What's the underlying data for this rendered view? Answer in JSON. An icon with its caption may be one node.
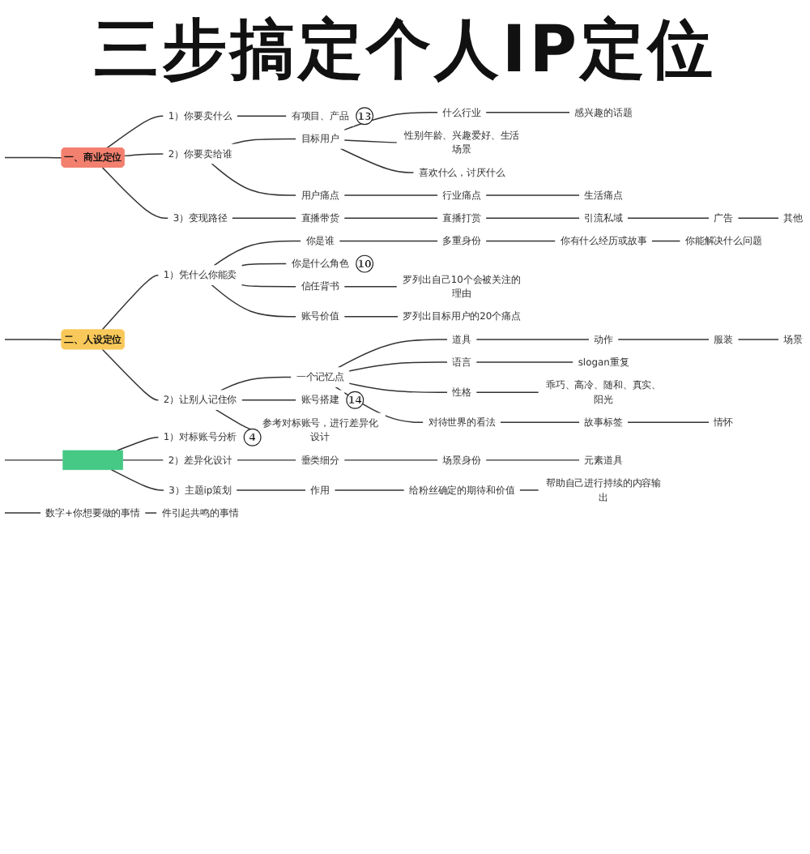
{
  "diagram": {
    "title": "三步搞定个人IP定位",
    "nodes": [
      {
        "text": [
          "一、商业定位"
        ]
      },
      {
        "text": [
          "1）你要卖什么"
        ]
      },
      {
        "text": [
          "有项目、产品"
        ],
        "beside": [
          "13"
        ]
      },
      {
        "text": [
          "2）你要卖给谁"
        ]
      },
      {
        "text": [
          "目标用户"
        ]
      },
      {
        "text": [
          "什么行业"
        ]
      },
      {
        "text": [
          "感兴趣的话题"
        ]
      },
      {
        "text": [
          "性别年龄、兴趣爱好、生活场景"
        ]
      },
      {
        "text": [
          "喜欢什么，讨厌什么"
        ]
      },
      {
        "text": [
          "用户痛点"
        ]
      },
      {
        "text": [
          "行业痛点"
        ]
      },
      {
        "text": [
          "生活痛点"
        ]
      },
      {
        "text": [
          "3）变现路径"
        ]
      },
      {
        "text": [
          "直播带货"
        ]
      },
      {
        "text": [
          "直播打赏"
        ]
      },
      {
        "text": [
          "引流私域"
        ]
      },
      {
        "text": [
          "广告"
        ]
      },
      {
        "text": [
          "其他"
        ]
      },
      {
        "text": [
          "二、人设定位"
        ]
      },
      {
        "text": [
          "1）凭什么你能卖"
        ]
      },
      {
        "text": [
          "你是谁"
        ]
      },
      {
        "text": [
          "多重身份"
        ]
      },
      {
        "text": [
          "你有什么经历或故事"
        ]
      },
      {
        "text": [
          "你能解决什么问题"
        ]
      },
      {
        "text": [
          "你是什么角色"
        ],
        "beside": [
          "10"
        ]
      },
      {
        "text": [
          "信任背书"
        ]
      },
      {
        "text": [
          "罗列出自己10个会被关注的理由"
        ]
      },
      {
        "text": [
          "账号价值"
        ]
      },
      {
        "text": [
          "罗列出目标用户的20个痛点"
        ]
      },
      {
        "text": [
          "2）让别人记住你"
        ]
      },
      {
        "text": [
          "一个记忆点"
        ]
      },
      {
        "text": [
          "道具"
        ]
      },
      {
        "text": [
          "动作"
        ]
      },
      {
        "text": [
          "服装"
        ]
      },
      {
        "text": [
          "场景"
        ]
      },
      {
        "text": [
          "语言"
        ]
      },
      {
        "text": [
          "slogan重复"
        ]
      },
      {
        "text": [
          "性格"
        ]
      },
      {
        "text": [
          "乖巧、高冷、随和、真实、阳光"
        ]
      },
      {
        "text": [
          "对待世界的看法"
        ]
      },
      {
        "text": [
          "故事标签"
        ]
      },
      {
        "text": [
          "情怀"
        ]
      },
      {
        "text": [
          "账号搭建"
        ],
        "beside": [
          "14"
        ]
      },
      {
        "text": [
          "参考对标账号，进行差异化设计"
        ]
      },
      {
        "text": [],
        "shape": "box"
      },
      {
        "text": [
          "1）对标账号分析"
        ],
        "beside": [
          "4"
        ]
      },
      {
        "text": [
          "2）差异化设计"
        ]
      },
      {
        "text": [
          "垂类细分"
        ]
      },
      {
        "text": [
          "场景身份"
        ]
      },
      {
        "text": [
          "元素道具"
        ]
      },
      {
        "text": [
          "3）主题ip策划"
        ]
      },
      {
        "text": [
          "作用"
        ]
      },
      {
        "text": [
          "给粉丝确定的期待和价值"
        ]
      },
      {
        "text": [
          "帮助自己进行持续的内容输出"
        ]
      },
      {
        "text": [
          "数字+你想要做的事情"
        ]
      },
      {
        "text": [
          "件引起共鸣的事情"
        ]
      }
    ],
    "edges": [
      {
        "from": null,
        "to": 0,
        "arrow": "none"
      },
      {
        "from": 0,
        "to": 1,
        "arrow": "none"
      },
      {
        "from": 1,
        "to": 2,
        "arrow": "none"
      },
      {
        "from": 0,
        "to": 3,
        "arrow": "none"
      },
      {
        "from": 3,
        "to": 4,
        "arrow": "none"
      },
      {
        "from": 4,
        "to": 5,
        "arrow": "none"
      },
      {
        "from": 5,
        "to": 6,
        "arrow": "none"
      },
      {
        "from": 4,
        "to": 7,
        "arrow": "none"
      },
      {
        "from": 4,
        "to": 8,
        "arrow": "none"
      },
      {
        "from": 3,
        "to": 9,
        "arrow": "none"
      },
      {
        "from": 9,
        "to": 10,
        "arrow": "none"
      },
      {
        "from": 10,
        "to": 11,
        "arrow": "none"
      },
      {
        "from": 0,
        "to": 12,
        "arrow": "none"
      },
      {
        "from": 12,
        "to": 13,
        "arrow": "none"
      },
      {
        "from": 13,
        "to": 14,
        "arrow": "none"
      },
      {
        "from": 14,
        "to": 15,
        "arrow": "none"
      },
      {
        "from": 15,
        "to": 16,
        "arrow": "none"
      },
      {
        "from": 16,
        "to": 17,
        "arrow": "none"
      },
      {
        "from": null,
        "to": 18,
        "arrow": "none"
      },
      {
        "from": 18,
        "to": 19,
        "arrow": "none"
      },
      {
        "from": 19,
        "to": 20,
        "arrow": "none"
      },
      {
        "from": 20,
        "to": 21,
        "arrow": "none"
      },
      {
        "from": 21,
        "to": 22,
        "arrow": "none"
      },
      {
        "from": 22,
        "to": 23,
        "arrow": "none"
      },
      {
        "from": 19,
        "to": 24,
        "arrow": "none"
      },
      {
        "from": 19,
        "to": 25,
        "arrow": "none"
      },
      {
        "from": 25,
        "to": 26,
        "arrow": "none"
      },
      {
        "from": 19,
        "to": 27,
        "arrow": "none"
      },
      {
        "from": 27,
        "to": 28,
        "arrow": "none"
      },
      {
        "from": 18,
        "to": 29,
        "arrow": "none"
      },
      {
        "from": 29,
        "to": 30,
        "arrow": "none"
      },
      {
        "from": 30,
        "to": 31,
        "arrow": "none"
      },
      {
        "from": 31,
        "to": 32,
        "arrow": "none"
      },
      {
        "from": 32,
        "to": 33,
        "arrow": "none"
      },
      {
        "from": 33,
        "to": 34,
        "arrow": "none"
      },
      {
        "from": 30,
        "to": 35,
        "arrow": "none"
      },
      {
        "from": 35,
        "to": 36,
        "arrow": "none"
      },
      {
        "from": 30,
        "to": 37,
        "arrow": "none"
      },
      {
        "from": 37,
        "to": 38,
        "arrow": "none"
      },
      {
        "from": 30,
        "to": 39,
        "arrow": "none"
      },
      {
        "from": 39,
        "to": 40,
        "arrow": "none"
      },
      {
        "from": 40,
        "to": 41,
        "arrow": "none"
      },
      {
        "from": 29,
        "to": 42,
        "arrow": "none"
      },
      {
        "from": 29,
        "to": 43,
        "arrow": "none"
      },
      {
        "from": null,
        "to": 44,
        "arrow": "none"
      },
      {
        "from": 44,
        "to": 45,
        "arrow": "none"
      },
      {
        "from": 44,
        "to": 46,
        "arrow": "none"
      },
      {
        "from": 46,
        "to": 47,
        "arrow": "none"
      },
      {
        "from": 47,
        "to": 48,
        "arrow": "none"
      },
      {
        "from": 48,
        "to": 49,
        "arrow": "none"
      },
      {
        "from": 44,
        "to": 50,
        "arrow": "none"
      },
      {
        "from": 50,
        "to": 51,
        "arrow": "none"
      },
      {
        "from": 51,
        "to": 52,
        "arrow": "none"
      },
      {
        "from": 52,
        "to": 53,
        "arrow": "none"
      },
      {
        "from": null,
        "to": 54,
        "arrow": "none"
      },
      {
        "from": 54,
        "to": 55,
        "arrow": "none"
      }
    ]
  }
}
